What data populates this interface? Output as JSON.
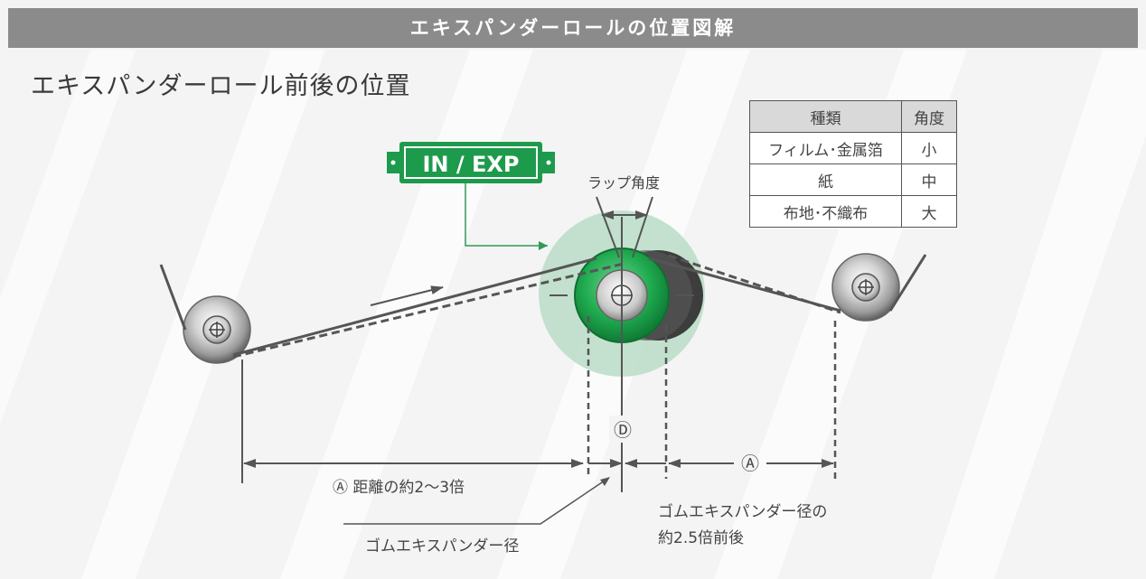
{
  "header": {
    "title": "エキスパンダーロールの位置図解"
  },
  "subtitle": "エキスパンダーロール前後の位置",
  "badge": {
    "text": "IN / EXP",
    "color": "#1e9a4c"
  },
  "table": {
    "headers": [
      "種類",
      "角度"
    ],
    "rows": [
      {
        "type": "フィルム･金属箔",
        "angle": "小"
      },
      {
        "type": "紙",
        "angle": "中"
      },
      {
        "type": "布地･不織布",
        "angle": "大"
      }
    ]
  },
  "labels": {
    "wrap_angle": "ラップ角度",
    "d_mark": "Ⓓ",
    "a_mark": "Ⓐ",
    "distance": "Ⓐ 距離の約2〜3倍",
    "rubber_diameter": "ゴムエキスパンダー径",
    "approx_line1": "ゴムエキスパンダー径の",
    "approx_line2": "約2.5倍前後"
  },
  "colors": {
    "roll_green": "#1faa4f",
    "halo": "#b7dcc6",
    "line": "#555555",
    "header_bg": "#8b8b8b"
  }
}
